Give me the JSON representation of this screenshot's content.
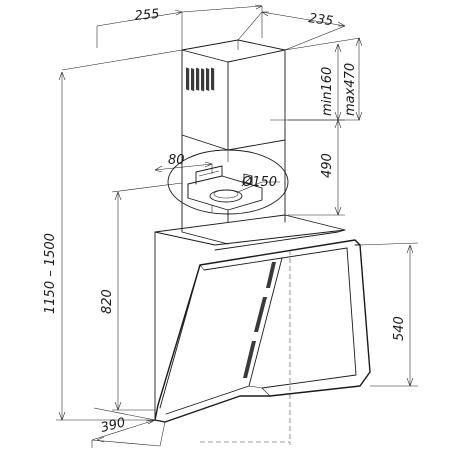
{
  "dimensions": {
    "chimney_width": "255",
    "chimney_depth": "235",
    "chimney_min": "min160",
    "chimney_max": "max470",
    "outlet_offset": "80",
    "outlet_diameter": "Ø150",
    "outlet_height": "490",
    "mount_height": "820",
    "total_height_range": "1150 – 1500",
    "body_height": "540",
    "body_depth": "390"
  },
  "colors": {
    "line": "#1a1a1a",
    "background": "#ffffff"
  }
}
